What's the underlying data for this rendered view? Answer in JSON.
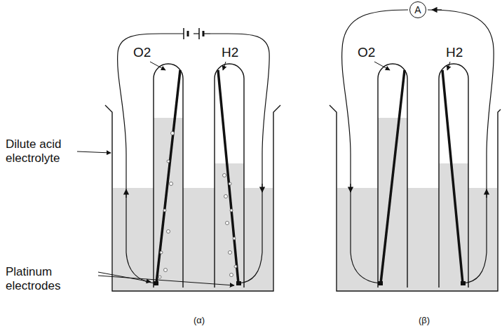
{
  "diagram": {
    "nodes": [
      {
        "text": [
          "A"
        ]
      }
    ],
    "labels": [
      "O2",
      "H2",
      "Dilute acid electrolyte",
      "Platinum electrodes",
      "O2",
      "H2",
      "(α)",
      "(β)"
    ]
  }
}
